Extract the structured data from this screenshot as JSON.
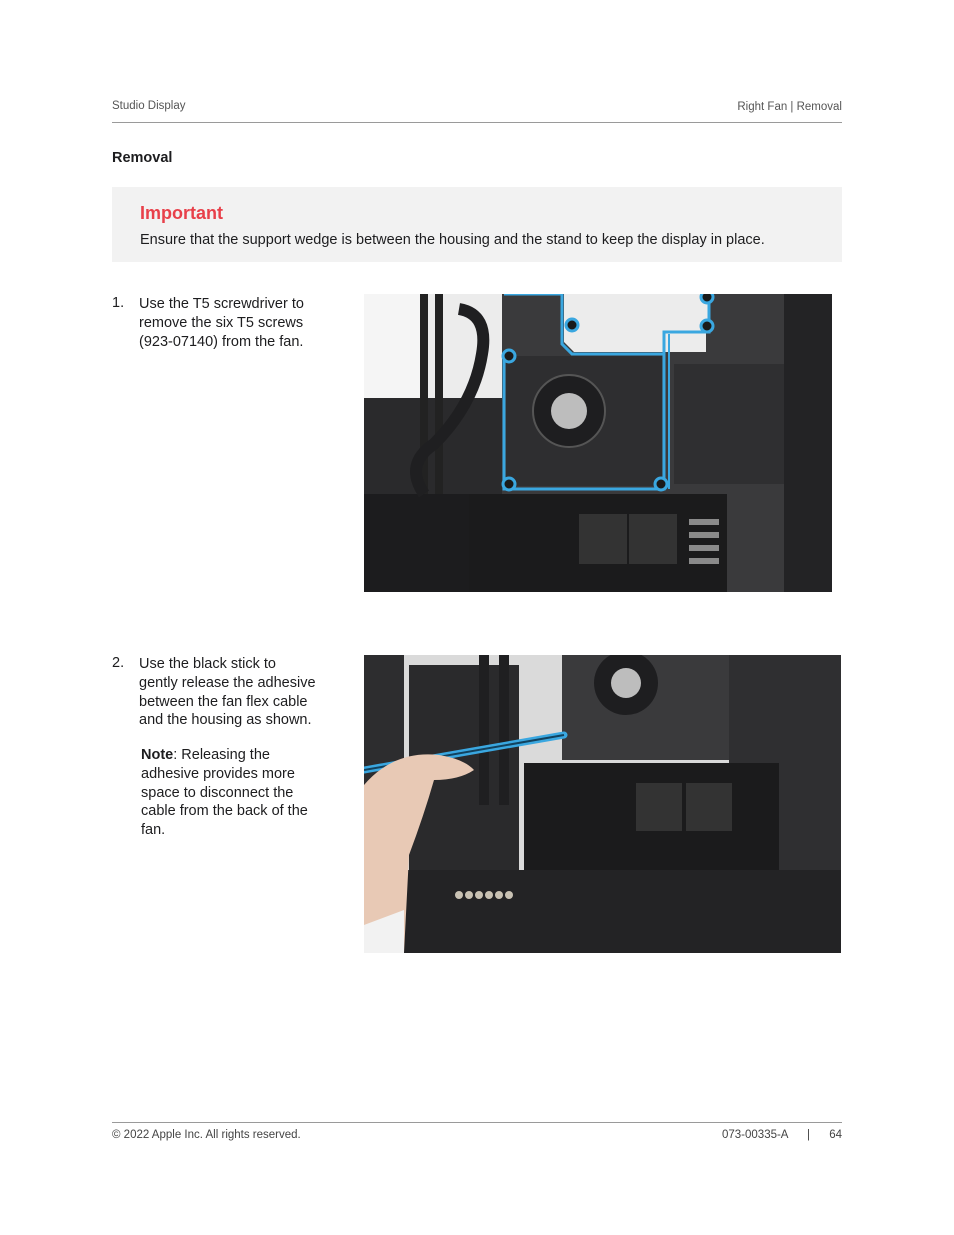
{
  "header": {
    "product": "Studio Display",
    "section": "Right Fan | Removal"
  },
  "section_title": "Removal",
  "callout": {
    "title": "Important",
    "body": "Ensure that the support wedge is between the housing and the stand to keep the display in place."
  },
  "steps": [
    {
      "number": "1.",
      "lines": [
        "Use the T5 screwdriver to",
        "remove the six T5 screws",
        "(923-07140) from the fan."
      ]
    },
    {
      "number": "2.",
      "lines": [
        "Use the black stick to",
        "gently release the adhesive",
        "between the fan flex cable",
        "and the housing as shown."
      ],
      "note_label": "Note",
      "note_lines": [
        ": Releasing the",
        "adhesive provides more",
        "space to disconnect the",
        "cable from the back of the",
        "fan."
      ]
    }
  ],
  "footer": {
    "copyright": "© 2022 Apple Inc. All rights reserved.",
    "doc_number": "073-00335-A",
    "separator": "|",
    "page": "64"
  },
  "colors": {
    "important": "#e8404a",
    "highlight": "#3aa7e0",
    "callout_bg": "#f2f2f2"
  }
}
